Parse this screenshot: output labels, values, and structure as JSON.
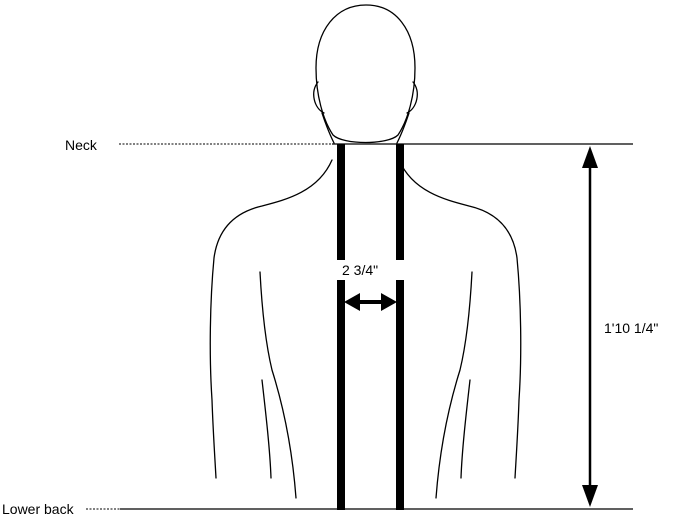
{
  "labels": {
    "neck": "Neck",
    "lower_back": "Lower back",
    "width": "2 3/4\"",
    "length": "1'10 1/4\""
  },
  "colors": {
    "line": "#000000",
    "background": "#ffffff"
  }
}
